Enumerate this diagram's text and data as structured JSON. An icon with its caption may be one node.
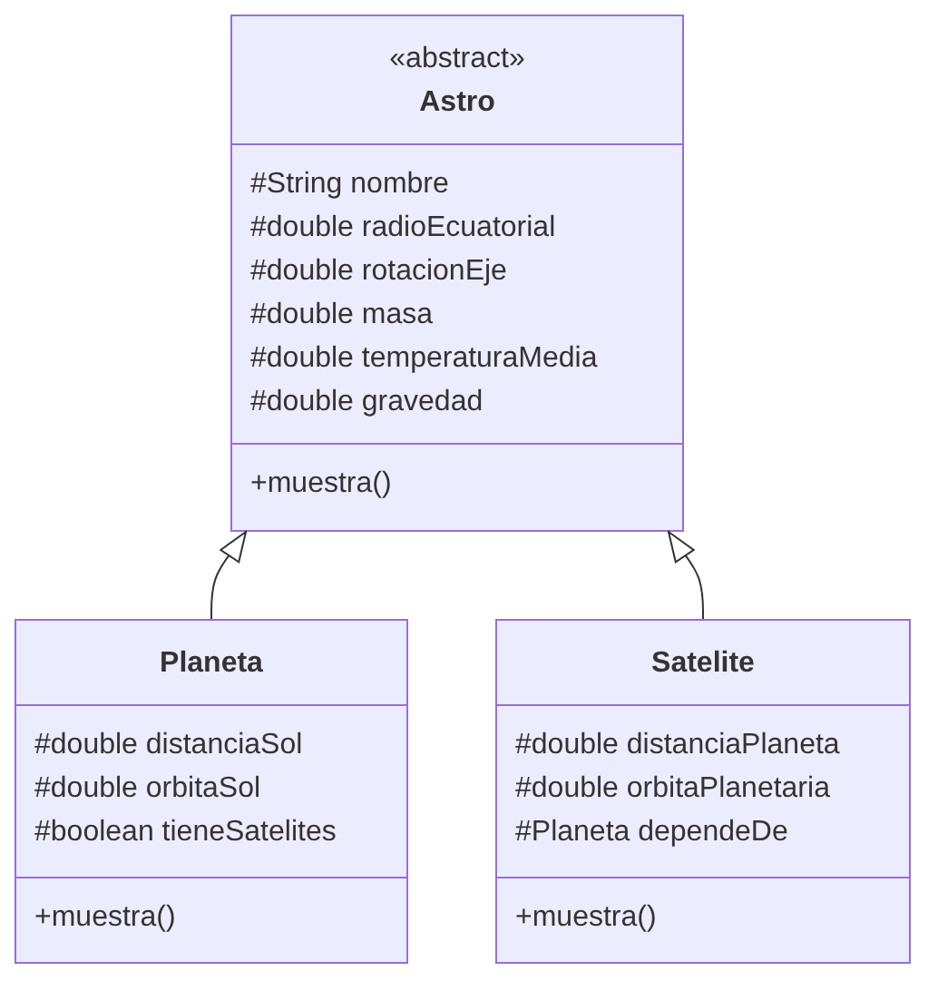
{
  "diagram": {
    "nodes": [
      {
        "text": [
          "«abstract»",
          "Astro"
        ]
      },
      {
        "text": [
          "#String nombre",
          "#double radioEcuatorial",
          "#double rotacionEje",
          "#double masa",
          "#double temperaturaMedia",
          "#double gravedad"
        ],
        "in": 0
      },
      {
        "text": [
          "+muestra()"
        ],
        "in": 0
      },
      {
        "text": [
          "Planeta"
        ]
      },
      {
        "text": [
          "#double distanciaSol",
          "#double orbitaSol",
          "#boolean tieneSatelites"
        ],
        "in": 3
      },
      {
        "text": [
          "+muestra()"
        ],
        "in": 3
      },
      {
        "text": [
          "Satelite"
        ]
      },
      {
        "text": [
          "#double distanciaPlaneta",
          "#double orbitaPlanetaria",
          "#Planeta dependeDe"
        ],
        "in": 6
      },
      {
        "text": [
          "+muestra()"
        ],
        "in": 6
      }
    ],
    "edges": [
      {
        "from": 3,
        "to": 0,
        "arrow": "to"
      },
      {
        "from": 6,
        "to": 0,
        "arrow": "to"
      }
    ]
  }
}
